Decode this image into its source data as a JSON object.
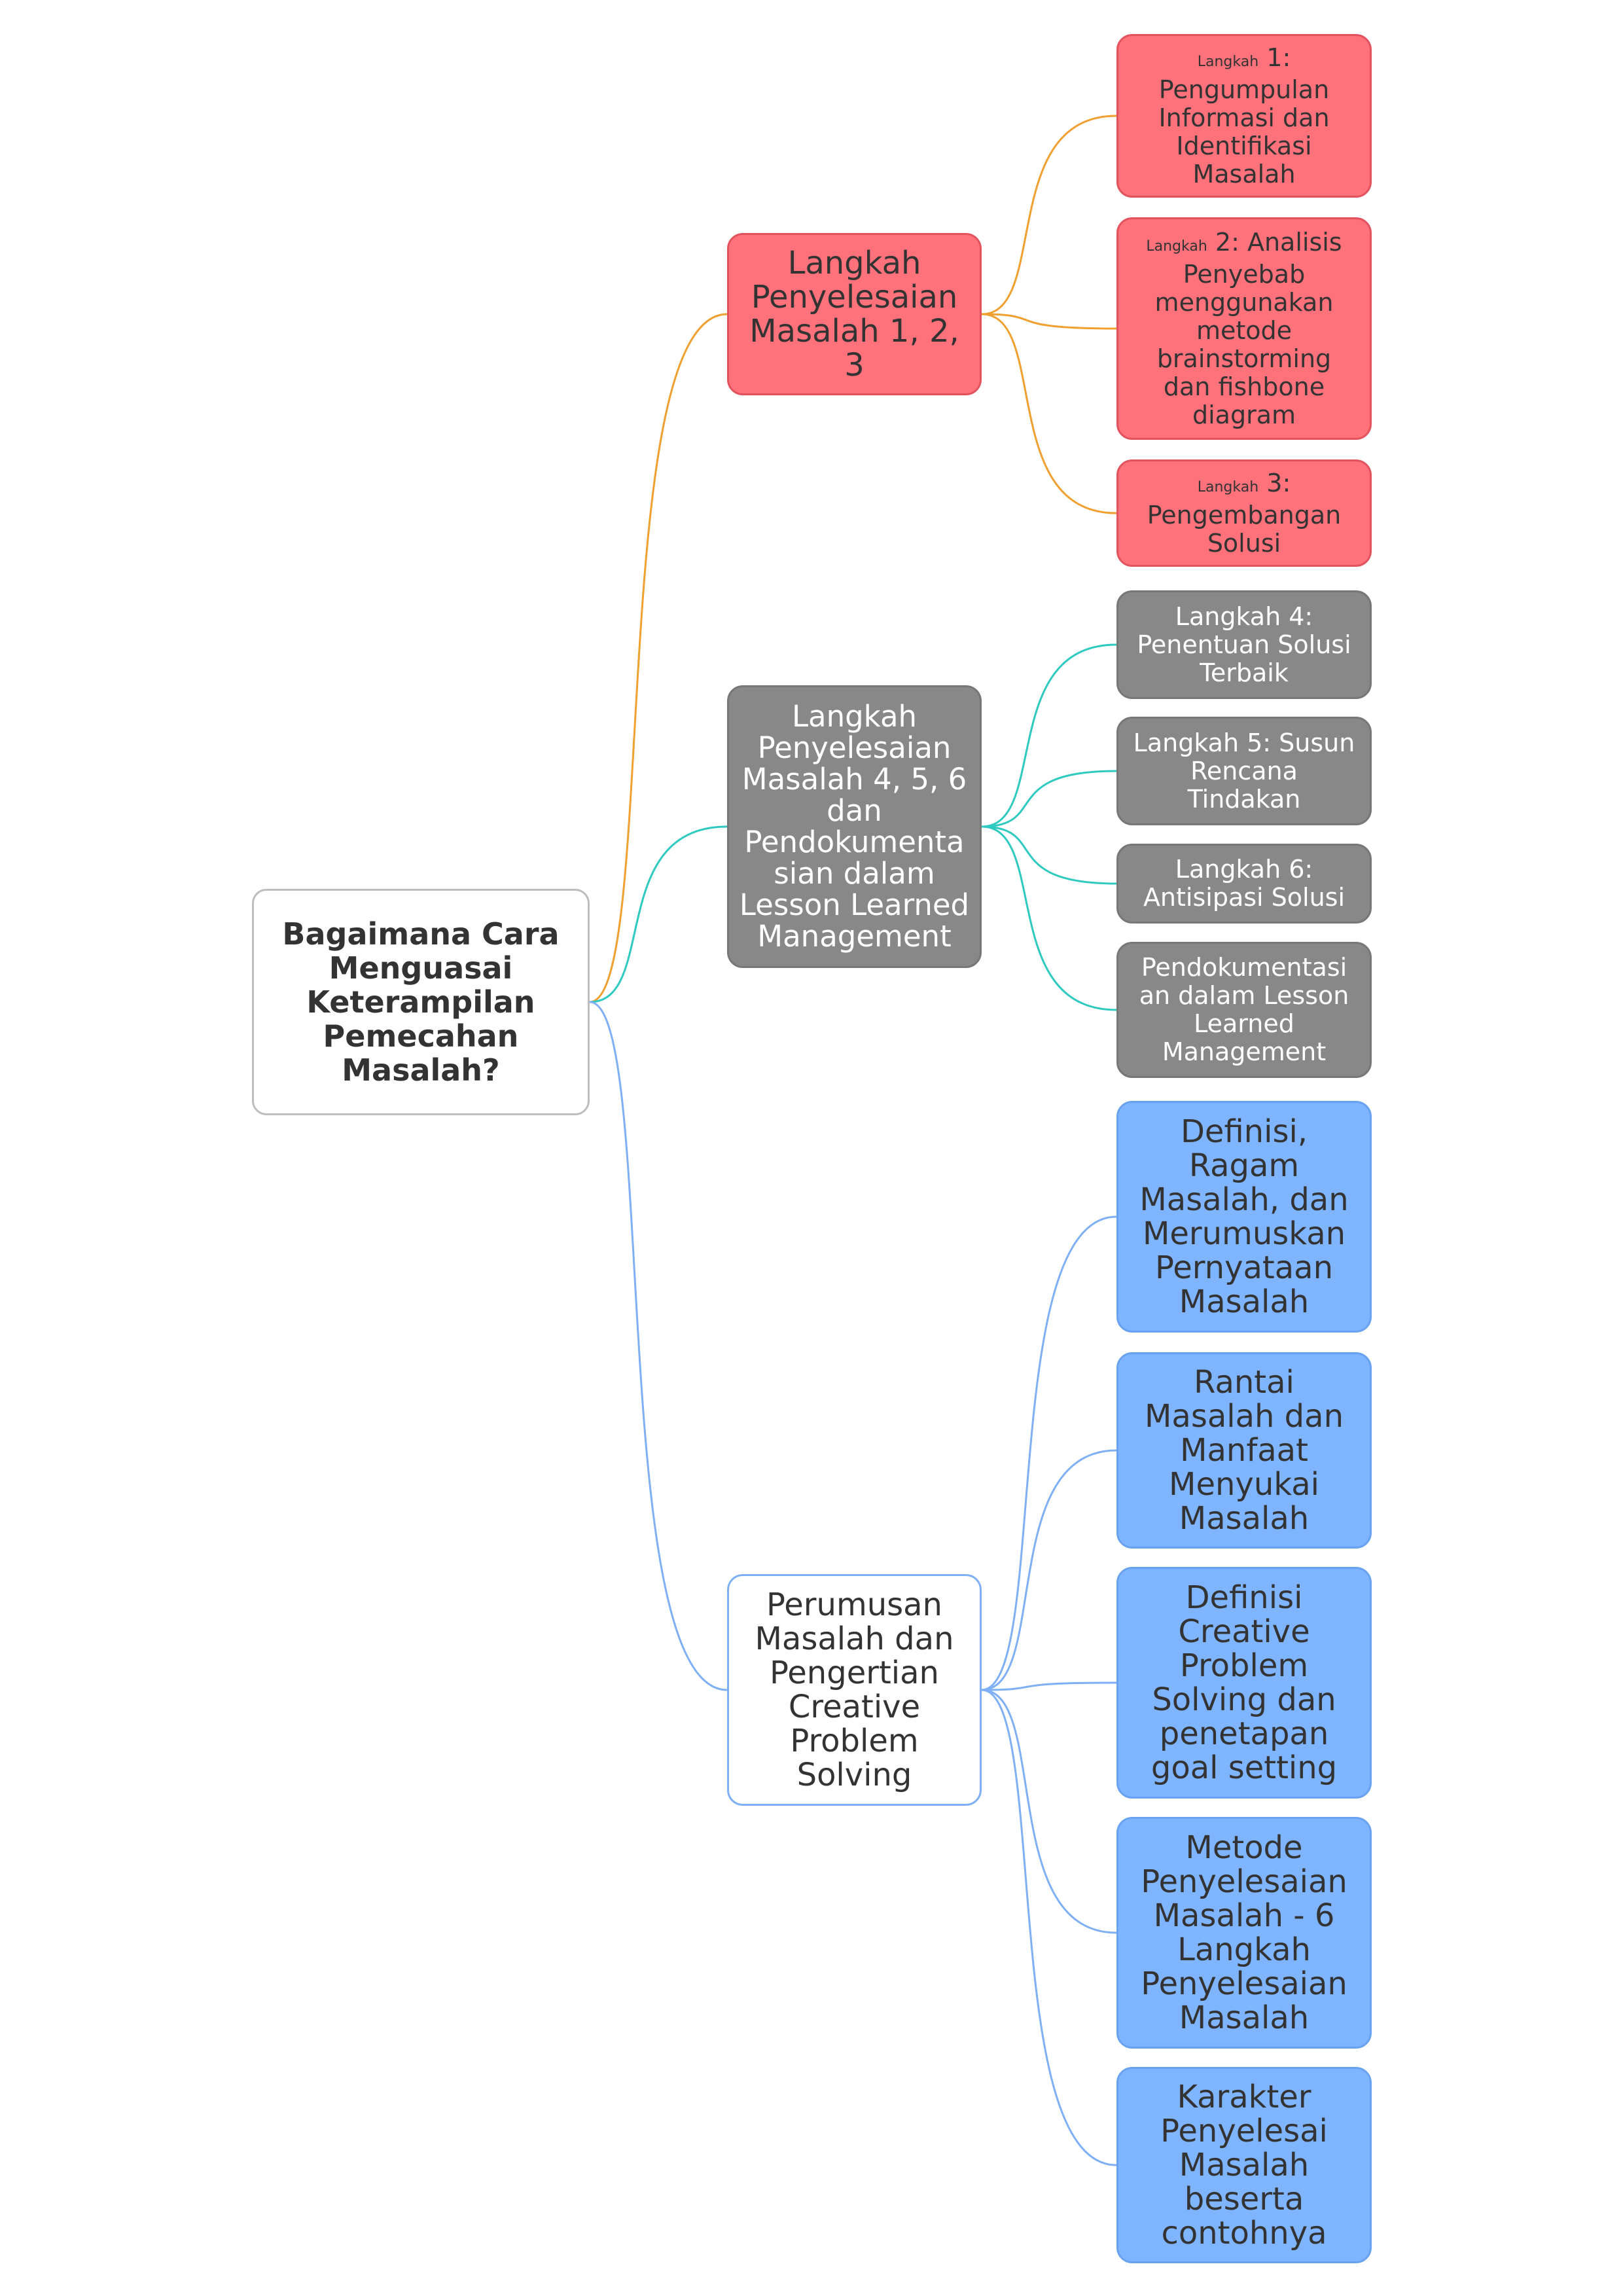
{
  "colors": {
    "orange_branch": "#f0a030",
    "teal_branch": "#2ec9bf",
    "blue_branch": "#7fb0f5",
    "red_node": "#ff717b",
    "gray_node": "#888888",
    "blue_node": "#7fb4ff"
  },
  "root": {
    "lines": [
      "Bagaimana Cara",
      "Menguasai",
      "Keterampilan",
      "Pemecahan",
      "Masalah?"
    ]
  },
  "branches": [
    {
      "id": "b1",
      "lines": [
        "Langkah",
        "Penyelesaian",
        "Masalah 1, 2,",
        "3"
      ],
      "children": [
        {
          "prefix": "Langkah",
          "lines": [
            "1:",
            "Pengumpulan",
            "Informasi dan",
            "Identifikasi",
            "Masalah"
          ]
        },
        {
          "prefix": "Langkah",
          "lines": [
            "2: Analisis",
            "Penyebab",
            "menggunakan",
            "metode",
            "brainstorming",
            "dan fishbone",
            "diagram"
          ]
        },
        {
          "prefix": "Langkah",
          "lines": [
            "3:",
            "Pengembangan",
            "Solusi"
          ]
        }
      ]
    },
    {
      "id": "b2",
      "lines": [
        "Langkah",
        "Penyelesaian",
        "Masalah 4, 5, 6",
        "dan",
        "Pendokumenta",
        "sian dalam",
        "Lesson Learned",
        "Management"
      ],
      "children": [
        {
          "lines": [
            "Langkah 4:",
            "Penentuan Solusi",
            "Terbaik"
          ]
        },
        {
          "lines": [
            "Langkah 5: Susun",
            "Rencana",
            "Tindakan"
          ]
        },
        {
          "lines": [
            "Langkah 6:",
            "Antisipasi Solusi"
          ]
        },
        {
          "lines": [
            "Pendokumentasi",
            "an dalam Lesson",
            "Learned",
            "Management"
          ]
        }
      ]
    },
    {
      "id": "b3",
      "lines": [
        "Perumusan",
        "Masalah dan",
        "Pengertian",
        "Creative",
        "Problem",
        "Solving"
      ],
      "children": [
        {
          "lines": [
            "Definisi,",
            "Ragam",
            "Masalah, dan",
            "Merumuskan",
            "Pernyataan",
            "Masalah"
          ]
        },
        {
          "lines": [
            "Rantai",
            "Masalah dan",
            "Manfaat",
            "Menyukai",
            "Masalah"
          ]
        },
        {
          "lines": [
            "Definisi",
            "Creative",
            "Problem",
            "Solving dan",
            "penetapan",
            "goal setting"
          ]
        },
        {
          "lines": [
            "Metode",
            "Penyelesaian",
            "Masalah - 6",
            "Langkah",
            "Penyelesaian",
            "Masalah"
          ]
        },
        {
          "lines": [
            "Karakter",
            "Penyelesai",
            "Masalah",
            "beserta",
            "contohnya"
          ]
        }
      ]
    }
  ]
}
